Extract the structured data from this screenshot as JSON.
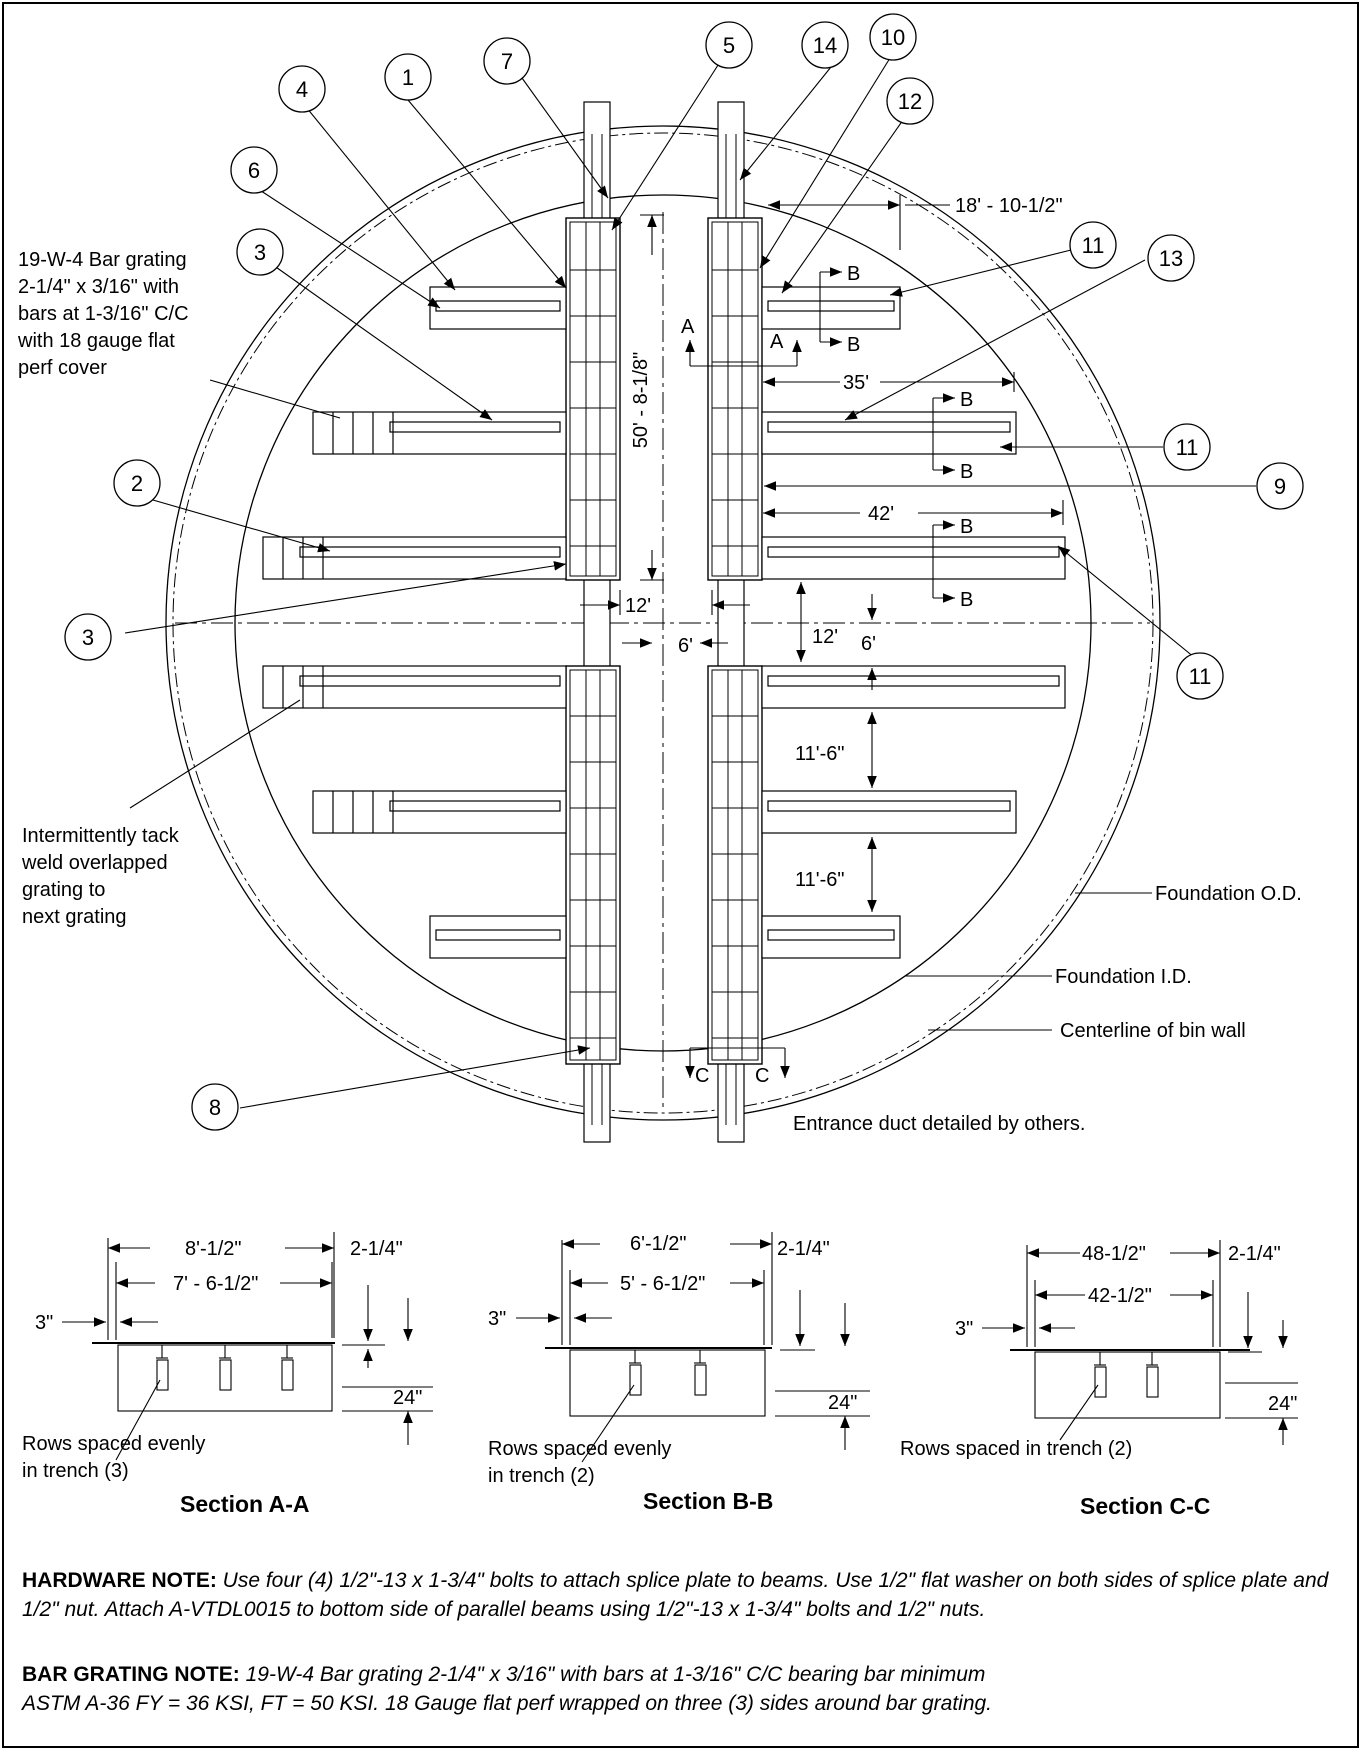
{
  "callouts": {
    "c1": "1",
    "c2": "2",
    "c3": "3",
    "c4": "4",
    "c5": "5",
    "c6": "6",
    "c7": "7",
    "c8": "8",
    "c9": "9",
    "c10": "10",
    "c11": "11",
    "c12": "12",
    "c13": "13",
    "c14": "14"
  },
  "plan": {
    "grating_note": [
      "19-W-4 Bar grating",
      "2-1/4\" x 3/16\" with",
      "bars at 1-3/16\" C/C",
      "with 18 gauge flat",
      "perf cover"
    ],
    "tack_note": [
      "Intermittently tack",
      "weld overlapped",
      "grating to",
      "next grating"
    ],
    "foundation_od": "Foundation O.D.",
    "foundation_id": "Foundation I.D.",
    "bin_wall": "Centerline of bin wall",
    "entrance_duct": "Entrance duct detailed by others.",
    "dims": {
      "d18": "18' - 10-1/2\"",
      "d50": "50' - 8-1/8\"",
      "d35": "35'",
      "d42": "42'",
      "d12a": "12'",
      "d12b": "12'",
      "d6a": "6'",
      "d6b": "6'",
      "d11a": "11'-6\"",
      "d11b": "11'-6\""
    },
    "section_marks": {
      "a": "A",
      "b": "B",
      "c": "C"
    }
  },
  "sections": {
    "aa": {
      "title": "Section A-A",
      "overall": "8'-1/2\"",
      "inner": "7' - 6-1/2\"",
      "edge": "3\"",
      "thick": "2-1/4\"",
      "depth": "24\"",
      "note": [
        "Rows spaced evenly",
        "in trench (3)"
      ]
    },
    "bb": {
      "title": "Section B-B",
      "overall": "6'-1/2\"",
      "inner": "5' - 6-1/2\"",
      "edge": "3\"",
      "thick": "2-1/4\"",
      "depth": "24\"",
      "note": [
        "Rows spaced evenly",
        "in trench (2)"
      ]
    },
    "cc": {
      "title": "Section C-C",
      "overall": "48-1/2\"",
      "inner": "42-1/2\"",
      "edge": "3\"",
      "thick": "2-1/4\"",
      "depth": "24\"",
      "note": [
        "Rows spaced in trench (2)"
      ]
    }
  },
  "notes": {
    "hardware_label": "HARDWARE NOTE:",
    "hardware_text": "Use four (4) 1/2\"-13 x 1-3/4\" bolts to attach splice plate to beams. Use 1/2\" flat washer on both sides of splice plate and 1/2\" nut. Attach A-VTDL0015 to bottom side of parallel beams using 1/2\"-13 x 1-3/4\" bolts and 1/2\" nuts.",
    "grating_label": "BAR GRATING NOTE:",
    "grating_text1": "19-W-4 Bar grating 2-1/4\" x 3/16\" with bars at 1-3/16\" C/C bearing bar minimum",
    "grating_text2": "ASTM A-36 FY = 36 KSI, FT = 50 KSI. 18 Gauge flat perf wrapped on three (3) sides around bar grating."
  }
}
